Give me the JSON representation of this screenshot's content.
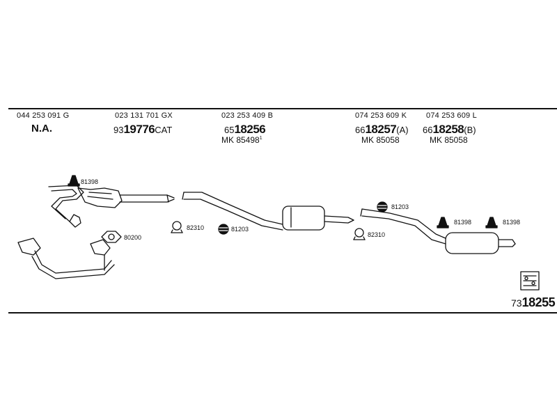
{
  "columns": [
    {
      "oem": "044 253 091 G",
      "main_prefix": "",
      "main_big": "",
      "main_suffix": "",
      "na": "N.A.",
      "mk": "",
      "mk_sup": ""
    },
    {
      "oem": "023 131 701 GX",
      "main_prefix": "93",
      "main_big": "19776",
      "main_suffix": "CAT",
      "na": "",
      "mk": "",
      "mk_sup": ""
    },
    {
      "oem": "023 253 409 B",
      "main_prefix": "65",
      "main_big": "18256",
      "main_suffix": "",
      "na": "",
      "mk": "MK 85498",
      "mk_sup": "1"
    },
    {
      "oem": "074 253 609 K",
      "main_prefix": "66",
      "main_big": "18257",
      "main_suffix": "(A)",
      "na": "",
      "mk": "MK 85058",
      "mk_sup": ""
    },
    {
      "oem": "074 253 609 L",
      "main_prefix": "66",
      "main_big": "18258",
      "main_suffix": "(B)",
      "na": "",
      "mk": "MK 85058",
      "mk_sup": ""
    }
  ],
  "part_labels": {
    "p81398_a": "81398",
    "p80200": "80200",
    "p82310_a": "82310",
    "p81203_a": "81203",
    "p81203_b": "81203",
    "p82310_b": "82310",
    "p81398_b": "81398",
    "p81398_c": "81398"
  },
  "kit_code": {
    "prefix": "73",
    "big": "18255"
  },
  "icons": {
    "hanger": "rubber-hanger-icon",
    "clamp": "clamp-icon",
    "ring": "sealing-ring-icon",
    "gasket": "gasket-icon",
    "kit": "mounting-kit-icon"
  }
}
